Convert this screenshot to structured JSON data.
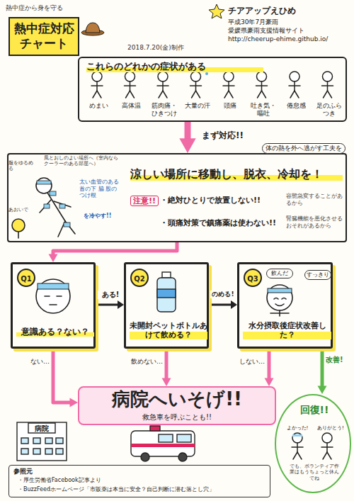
{
  "diagram": {
    "title": "熱中症対応チャート",
    "nodes": [
      {
        "text": [
          "これらのどれかの症状がある",
          "めまい",
          "高体温",
          "筋肉痛・ひきつけ",
          "大量の汗",
          "頭痛",
          "吐き気・嘔吐",
          "倦怠感",
          "足のふらつき"
        ]
      },
      {
        "text": [
          "涼しい場所に移動し、脱衣、冷却を！",
          "注意!!",
          "・絶対ひとりで放置しない!!",
          "容態急変することがあるから",
          "・頭痛対策で鎮痛薬は使わない!!",
          "腎臓機能を悪化させるおそれがあるから",
          "体の熱を外へ逃がす工夫を"
        ]
      },
      {
        "text": [
          "Q1",
          "意識ある？ない？"
        ]
      },
      {
        "text": [
          "Q2",
          "未開封ペットボトルあけて飲める？"
        ]
      },
      {
        "text": [
          "Q3",
          "水分摂取後症状改善した？",
          "飲んだ",
          "すっきり"
        ]
      },
      {
        "text": [
          "病院へいそげ!!",
          "救急車を呼ぶことも!!"
        ]
      },
      {
        "text": [
          "回復!!",
          "よかった!",
          "ありがとう!",
          "でも、ボランティア作業はもうちょっと休んでね"
        ]
      },
      {
        "text": [
          "参照元",
          "・厚生労働省Facebook記事より",
          "・BuzzFeedホームページ「市販薬は本当に安全？自己判断に潜む落とし穴」"
        ]
      }
    ],
    "edges": [
      {
        "from": 0,
        "to": 1,
        "arrow": "to",
        "label": "まず対応!!"
      },
      {
        "from": 1,
        "to": 2,
        "arrow": "to"
      },
      {
        "from": 2,
        "to": 3,
        "arrow": "to",
        "label": "ある!"
      },
      {
        "from": 3,
        "to": 4,
        "arrow": "to",
        "label": "のめる!"
      },
      {
        "from": 4,
        "to": 6,
        "arrow": "to",
        "label": "改善!"
      },
      {
        "from": 2,
        "to": 5,
        "arrow": "to",
        "label": "ない…"
      },
      {
        "from": 3,
        "to": 5,
        "arrow": "to",
        "label": "飲めない…"
      },
      {
        "from": 4,
        "to": 5,
        "arrow": "to",
        "label": "しない…"
      }
    ],
    "labels": [
      "熱中症から身を守る",
      "2018.7.20(金)制作",
      "チアアップえひめ",
      "平成30年7月豪雨",
      "愛媛県豪雨支援情報サイト",
      "http://cheerup-ehime.github.io/",
      "風とおしのよい場所へ（室内ならクーラーのある部屋へ）",
      "服をゆるめる",
      "あおいで",
      "太い血管のある 首の下 脇 股のつけ根",
      "を冷やす!!",
      "病院"
    ]
  }
}
